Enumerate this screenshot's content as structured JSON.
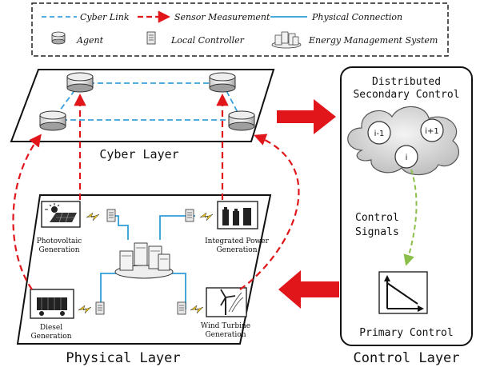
{
  "legend": {
    "cyber_link": "Cyber Link",
    "sensor_measurement": "Sensor Measurement",
    "physical_connection": "Physical Connection",
    "agent": "Agent",
    "local_controller": "Local Controller",
    "ems": "Energy Management System"
  },
  "layers": {
    "cyber": "Cyber Layer",
    "physical": "Physical Layer",
    "control": "Control Layer"
  },
  "control": {
    "distributed_line1": "Distributed",
    "distributed_line2": "Secondary Control",
    "signals_line1": "Control",
    "signals_line2": "Signals",
    "primary": "Primary Control",
    "node_prev": "i-1",
    "node_next": "i+1",
    "node_i": "i"
  },
  "physical": {
    "pv_line1": "Photovoltaic",
    "pv_line2": "Generation",
    "ipg_line1": "Integrated Power",
    "ipg_line2": "Generation",
    "diesel_line1": "Diesel",
    "diesel_line2": "Generation",
    "wind_line1": "Wind Turbine",
    "wind_line2": "Generation"
  },
  "colors": {
    "cyber_link": "#3aa0dc",
    "sensor": "#e0161b",
    "physical": "#2f9fd6",
    "green_arrow": "#8cbf4a"
  }
}
